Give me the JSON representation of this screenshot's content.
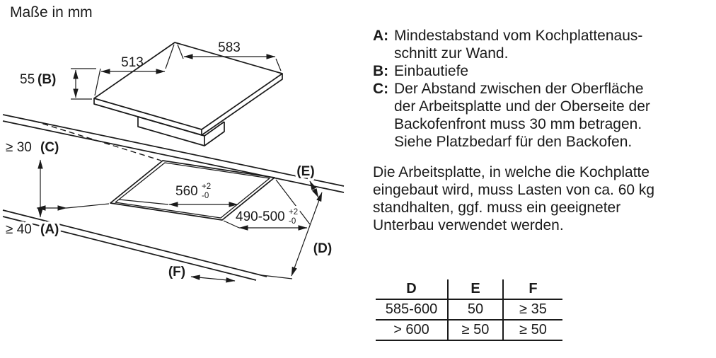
{
  "title": "Maße in mm",
  "diagram": {
    "dim_top_left": "513",
    "dim_top_right": "583",
    "dim_thickness": "55",
    "label_b": "(B)",
    "dim_clearance_c": "≥ 30",
    "label_c": "(C)",
    "dim_clearance_a": "≥ 40",
    "label_a": "(A)",
    "cutout_width": "560",
    "cutout_width_tol_plus": "+2",
    "cutout_width_tol_minus": "-0",
    "cutout_depth": "490-500",
    "cutout_depth_tol_plus": "+2",
    "cutout_depth_tol_minus": "-0",
    "label_e": "(E)",
    "label_d": "(D)",
    "label_f": "(F)"
  },
  "legend": {
    "items": [
      {
        "key": "A:",
        "text": "Mindestabstand vom Kochplattenaus-\nschnitt zur Wand."
      },
      {
        "key": "B:",
        "text": "Einbautiefe"
      },
      {
        "key": "C:",
        "text": "Der Abstand zwischen der Oberfläche\nder Arbeitsplatte und der Oberseite der\nBackofenfront muss 30 mm betragen.\nSiehe Platzbedarf für den Backofen."
      }
    ]
  },
  "note": "Die Arbeitsplatte, in welche die Kochplatte\neingebaut wird, muss Lasten von ca. 60 kg\nstandhalten, ggf. muss ein geeigneter\nUnterbau verwendet werden.",
  "table": {
    "columns": [
      "D",
      "E",
      "F"
    ],
    "rows": [
      [
        "585-600",
        "50",
        "≥ 35"
      ],
      [
        "> 600",
        "≥ 50",
        "≥ 50"
      ]
    ]
  },
  "colors": {
    "ink": "#1a1a1a",
    "background": "#ffffff"
  }
}
